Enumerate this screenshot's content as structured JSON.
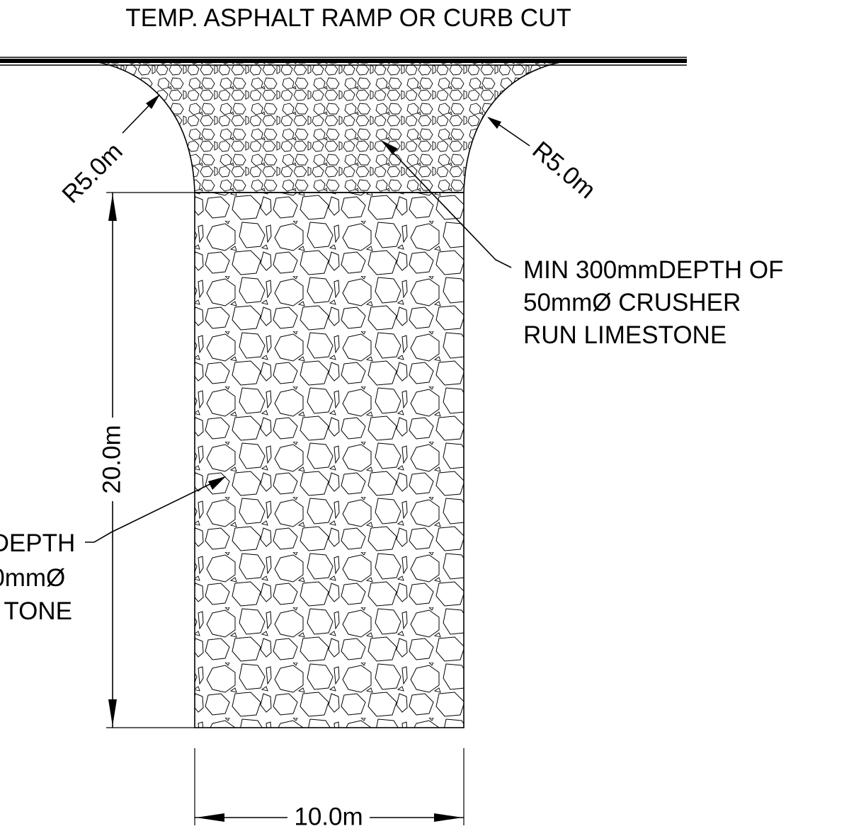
{
  "title": "TEMP. ASPHALT RAMP OR CURB CUT",
  "top_layer_note": [
    "MIN 300mmDEPTH OF",
    "50mmØ CRUSHER",
    "RUN LIMESTONE"
  ],
  "main_layer_note": [
    "DEPTH",
    "0mmØ",
    "TONE"
  ],
  "dims": {
    "radius_left": "R5.0m",
    "radius_right": "R5.0m",
    "length": "20.0m",
    "width": "10.0m"
  },
  "colors": {
    "line": "#000000",
    "background": "#ffffff"
  }
}
